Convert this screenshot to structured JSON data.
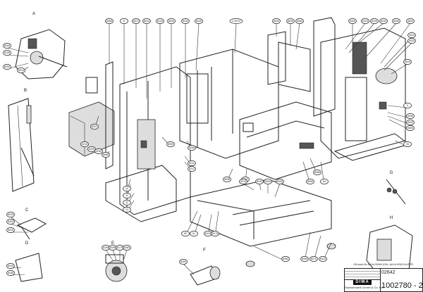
{
  "detail_labels": [
    "A",
    "B",
    "C",
    "D",
    "E",
    "F",
    "G",
    "H"
  ],
  "balloons": [
    "8280",
    "8",
    "8070",
    "8010",
    "8140",
    "8040",
    "8230",
    "8240",
    "1-02747",
    "8320",
    "8030",
    "8360",
    "8300",
    "8120",
    "8100",
    "8240",
    "8260",
    "4600",
    "4010",
    "4020",
    "8020",
    "9",
    "4030",
    "4040",
    "4050",
    "20",
    "8290",
    "8250",
    "8211",
    "8212",
    "8297",
    "8298",
    "8280",
    "8990",
    "84",
    "10",
    "11",
    "12",
    "13",
    "50",
    "51",
    "8110",
    "8170",
    "3210",
    "8330",
    "8340",
    "8350",
    "8360",
    "8260",
    "8270",
    "8310",
    "8321",
    "4210",
    "4220",
    "4230",
    "8080",
    "8090",
    "8190",
    "8200",
    "8210",
    "8220",
    "8300",
    "8310",
    "8140",
    "8180",
    "8150",
    "8160",
    "8170",
    "8380",
    "8390"
  ],
  "title_block": {
    "note": "Gilt auch für Art.Nr.02646 USA / Art.Nr.02624 AUSTR.",
    "article_number": "02642",
    "logo": "DIMA",
    "company": "Sachsenwerk GmbH & Co. KG",
    "drawing_number": "1002780 - 2"
  }
}
